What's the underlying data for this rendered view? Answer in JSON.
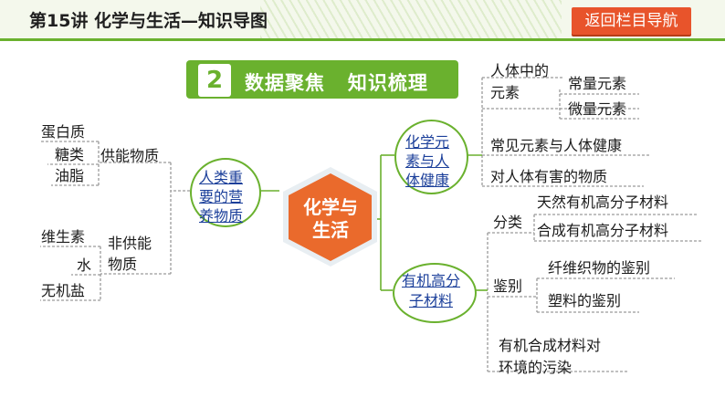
{
  "header": {
    "title": "第15讲  化学与生活—知识导图",
    "nav_button": "返回栏目导航"
  },
  "banner": {
    "number": "2",
    "text": "数据聚焦   知识梳理"
  },
  "center": {
    "line1": "化学与",
    "line2": "生活"
  },
  "left_node": {
    "line1": "人类重",
    "line2": "要的营",
    "line3": "养物质"
  },
  "supply": {
    "label_line1": "供能物质",
    "items": [
      "蛋白质",
      "糖类",
      "油脂"
    ]
  },
  "non_supply": {
    "label_line1": "非供能",
    "label_line2": "物质",
    "items": [
      "维生素",
      "水",
      "无机盐"
    ]
  },
  "elements_node": {
    "line1": "化学元",
    "line2": "素与人",
    "line3": "体健康"
  },
  "elements": {
    "in_body_line1": "人体中的",
    "in_body_line2": "元素",
    "major": "常量元素",
    "trace": "微量元素",
    "common": "常见元素与人体健康",
    "harmful": "对人体有害的物质"
  },
  "polymer_node": {
    "line1": "有机高分",
    "line2": "子材料"
  },
  "polymer": {
    "classify": "分类",
    "natural": "天然有机高分子材料",
    "synthetic": "合成有机高分子材料",
    "identify": "鉴别",
    "fiber": "纤维织物的鉴别",
    "plastic": "塑料的鉴别",
    "env_line1": "有机合成材料对",
    "env_line2": "环境的污染"
  }
}
